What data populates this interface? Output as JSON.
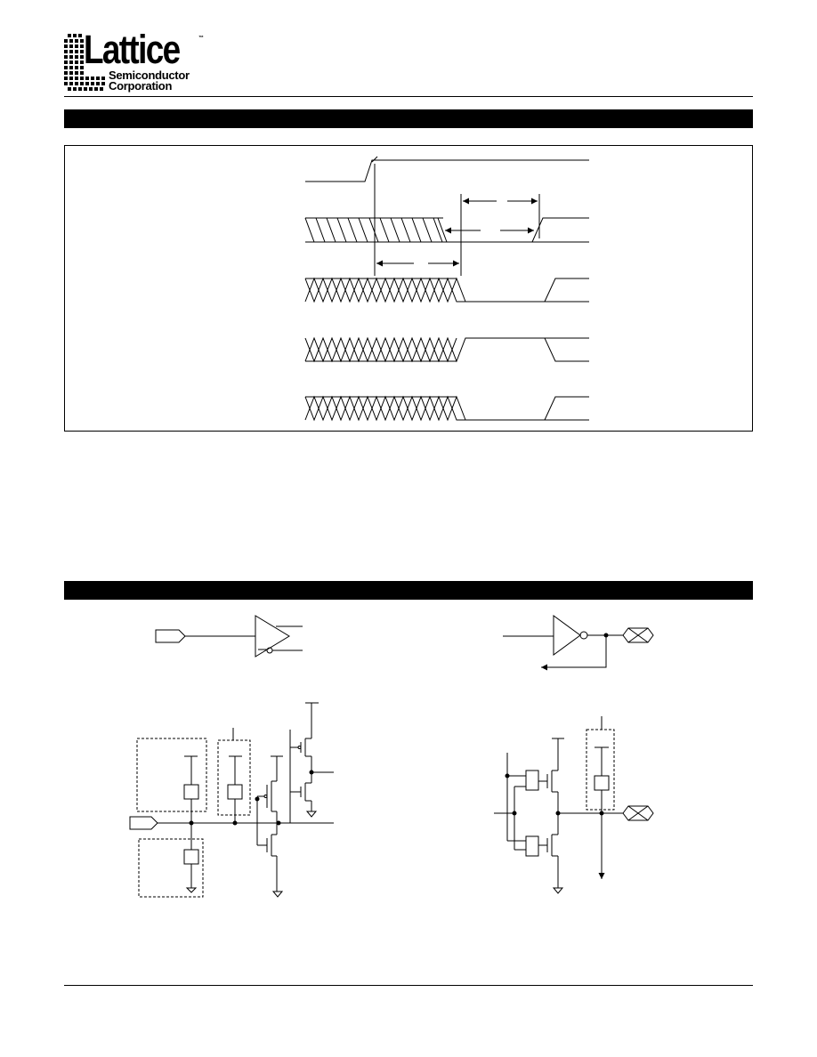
{
  "logo": {
    "wordmark": "Lattice",
    "line1": "Semiconductor",
    "line2": "Corporation",
    "tm": "™"
  }
}
